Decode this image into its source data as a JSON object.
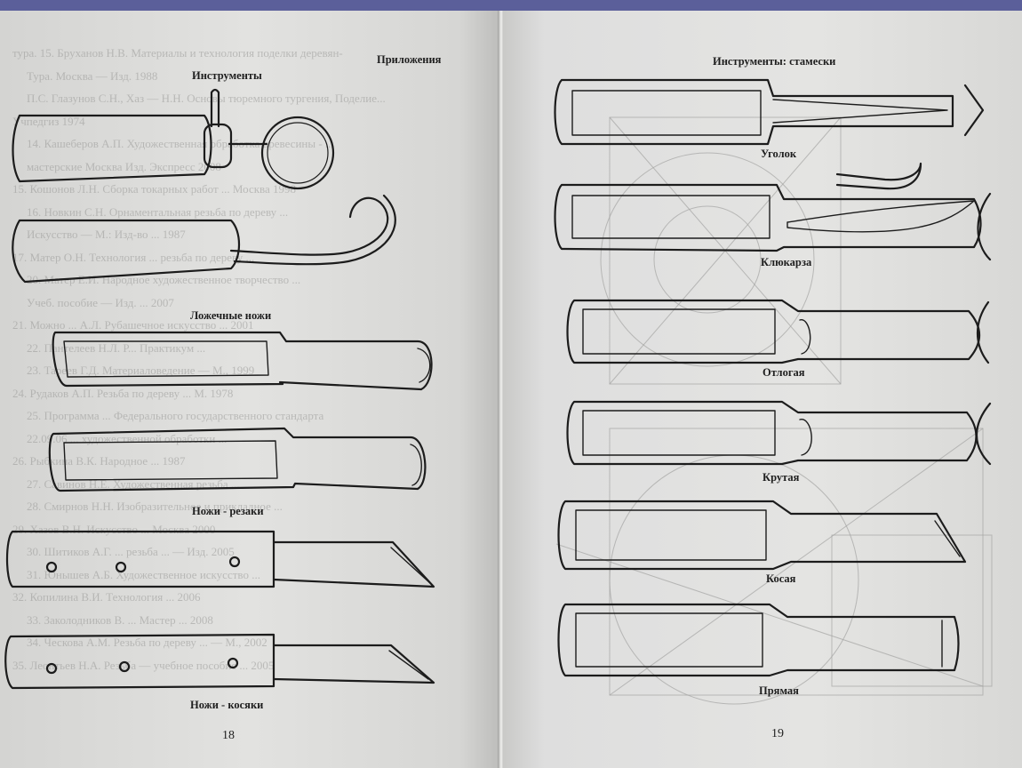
{
  "left_page": {
    "header": "Приложения",
    "title": "Инструменты",
    "labels": {
      "spoon_knives": "Ложечные ножи",
      "cutter_knives": "Ножи - резаки",
      "skew_knives": "Ножи - косяки"
    },
    "page_number": "18",
    "bleed_lines": [
      "тура. 15. Бруханов Н.В. Материалы и технология поделки деревян-",
      "Тура. Москва — Изд. 1988",
      "П.С. Глазунов С.Н., Хаз — Н.Н. Основы тюремного тургения, Поделие...",
      "Учпедгиз 1974",
      "14. Кашеберов А.П. Художественная обработка древесины - ...",
      "мастерские Москва Изд. Экспресс 2008",
      "15. Кошонов Л.Н. Сборка токарных работ ... Москва 1998",
      "16. Новкин С.Н. Орнаментальная резьба по дереву ...",
      "Искусство — М.: Изд-во ... 1987",
      "17. Матер О.Н. Технология ... резьба по дереву ...",
      "20. Матер Е.И. Народное художественное творчество ...",
      "Учеб. пособие — Изд. ... 2007",
      "21. Можно ... А.Л. Рубашечное искусство ... 2001",
      "22. Пантелеев Н.Л. Р... Практикум ...",
      "23. Тареев Г.Д. Материаловедение — М., 1999",
      "24. Рудаков А.П. Резьба по дереву ... М. 1978",
      "25. Программа ... Федерального государственного стандарта",
      "22.09.06 ... художественной обработки ...",
      "26. Рыбкина В.К. Народное ... 1987",
      "27. Савинов Н.Е. Художественная резьба ...",
      "28. Смирнов Н.Н. Изобразительное и прикладное ...",
      "29. Хазов В.Н. Искусство ... Москва 2000",
      "30. Шитиков А.Г. ... резьба ... — Изд. 2005",
      "31. Юнышев А.Б. Художественное искусство ...",
      "32. Копилина В.И. Технология ... 2006",
      "33. Заколодников В. ... Мастер ... 2008",
      "34. Ческова А.М. Резьба по дереву ... — М., 2002",
      "35. Леонтьев Н.А. Резьба — учебное пособие ... 2005"
    ]
  },
  "right_page": {
    "title": "Инструменты: стамески",
    "labels": {
      "ugolok": "Уголок",
      "klyukarza": "Клюкарза",
      "otlogaya": "Отлогая",
      "krutaya": "Крутая",
      "kosaya": "Косая",
      "pryamaya": "Прямая"
    },
    "page_number": "19"
  }
}
